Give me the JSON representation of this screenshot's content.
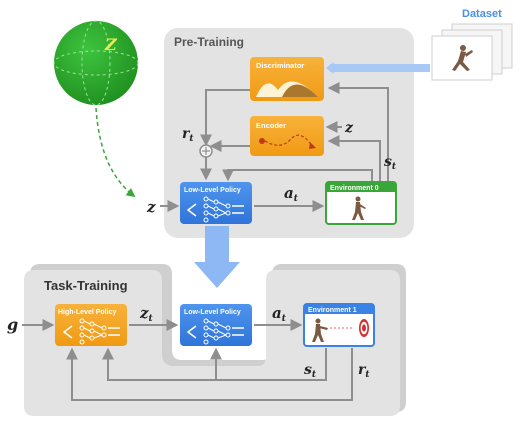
{
  "sections": {
    "pretraining": "Pre-Training",
    "tasktraining": "Task-Training",
    "dataset": "Dataset"
  },
  "blocks": {
    "discriminator": "Discriminator",
    "encoder": "Encoder",
    "llp_top": "Low-Level Policy",
    "llp_bottom": "Low-Level Policy",
    "hlp": "High-Level Policy",
    "env0": "Environment 0",
    "env1": "Environment 1"
  },
  "symbols": {
    "z_sphere": "Z",
    "z_encoder": "z",
    "z_llp": "z",
    "r_top": "r",
    "r_top_sub": "t",
    "s_top": "s",
    "s_top_sub": "t",
    "a_top": "a",
    "a_top_sub": "t",
    "g": "g",
    "z_bottom": "z",
    "z_bottom_sub": "t",
    "a_bottom": "a",
    "a_bottom_sub": "t",
    "s_bottom": "s",
    "s_bottom_sub": "t",
    "r_bottom": "r",
    "r_bottom_sub": "t"
  },
  "colors": {
    "panel": "#e3e3e3",
    "blue": "#3b82e6",
    "orange": "#f6a21e",
    "green": "#3aa63a",
    "dataset_text": "#4a90e2",
    "arrow_blue": "#8db8f3"
  }
}
